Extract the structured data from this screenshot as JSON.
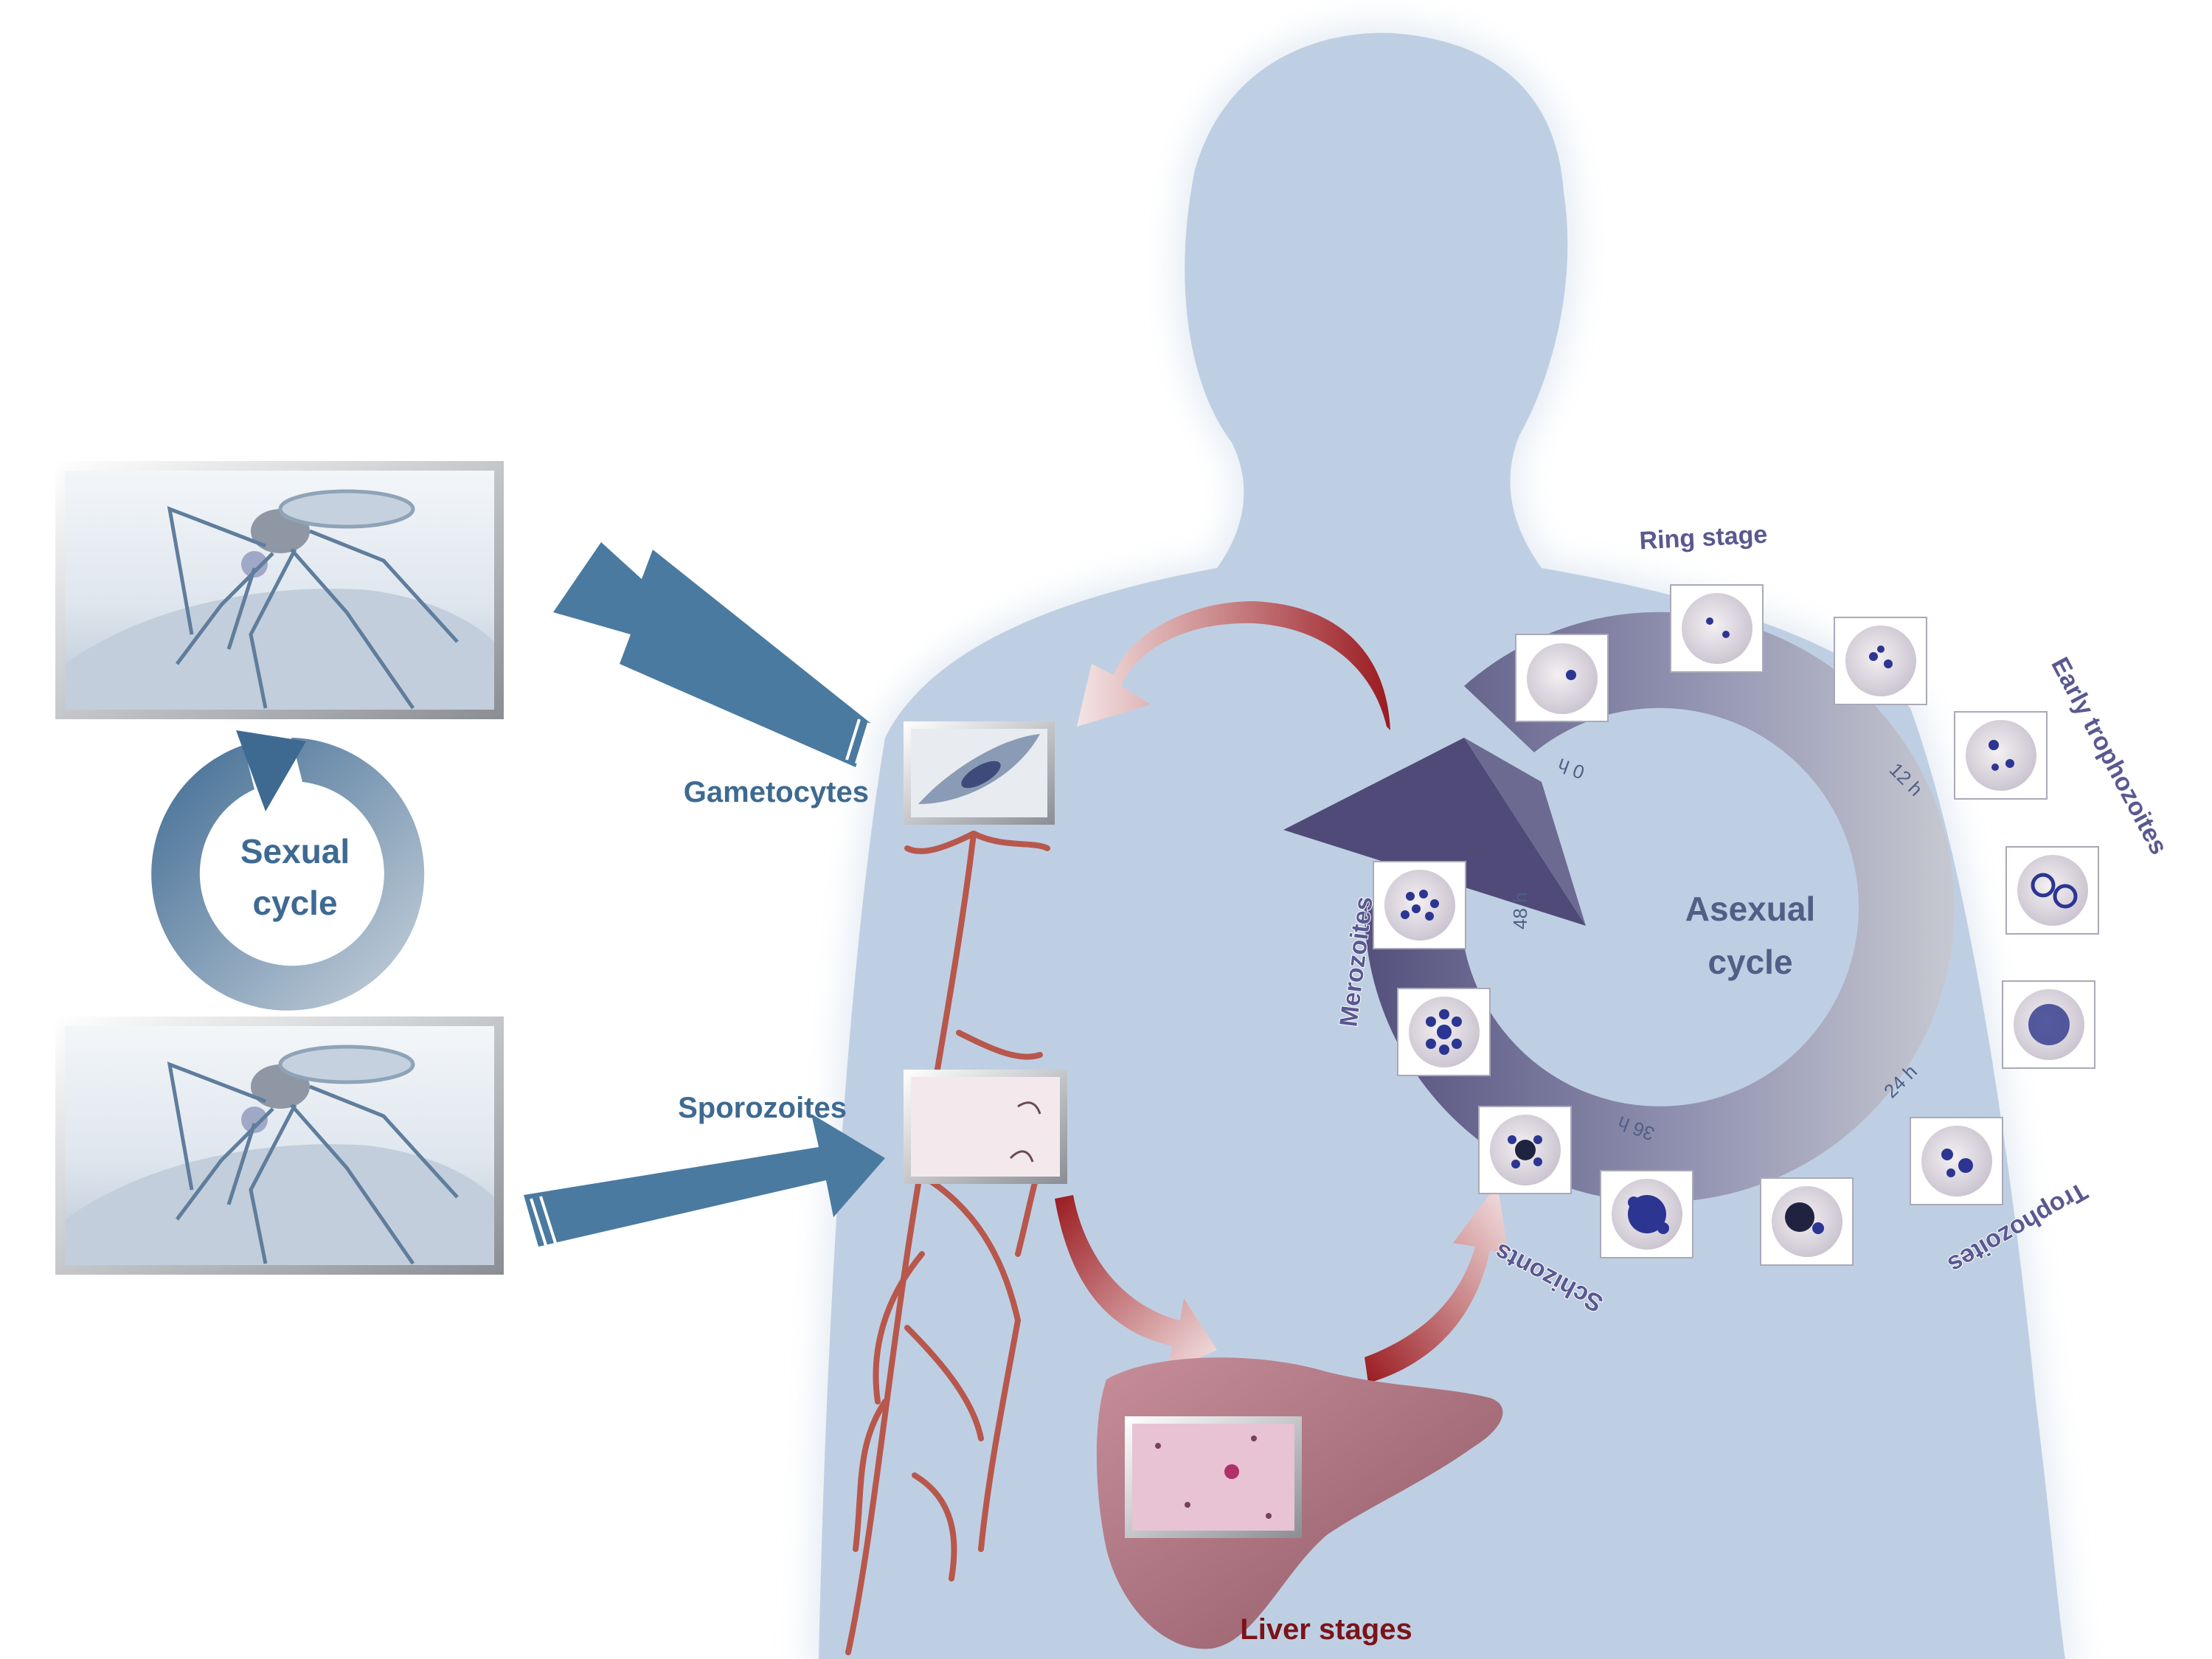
{
  "labels": {
    "sexual_cycle_line1": "Sexual",
    "sexual_cycle_line2": "cycle",
    "gametocytes": "Gametocytes",
    "sporozoites": "Sporozoites",
    "liver_stages": "Liver stages",
    "asexual_cycle_line1": "Asexual",
    "asexual_cycle_line2": "cycle",
    "ring_stage": "Ring stage",
    "early_trophozoites": "Early trophozoites",
    "trophozoites": "Trophozoites",
    "schizonts": "Schizonts",
    "merozoites": "Merozoites"
  },
  "time_marks": {
    "t0": "0 h",
    "t12": "12 h",
    "t24": "24 h",
    "t36": "36 h",
    "t48": "48 h"
  },
  "colors": {
    "silhouette": "#bfcfe3",
    "sexual_arrow": "#4a7aa0",
    "label_blue": "#3e6a92",
    "asexual_ring_dark": "#4f4a78",
    "asexual_ring_light": "#c2c5cf",
    "ring_label": "#5a5890",
    "red_arrow": "#9a1a20",
    "liver_label": "#7a1418",
    "vessel": "#b8574b",
    "liver": "#b8828f"
  }
}
